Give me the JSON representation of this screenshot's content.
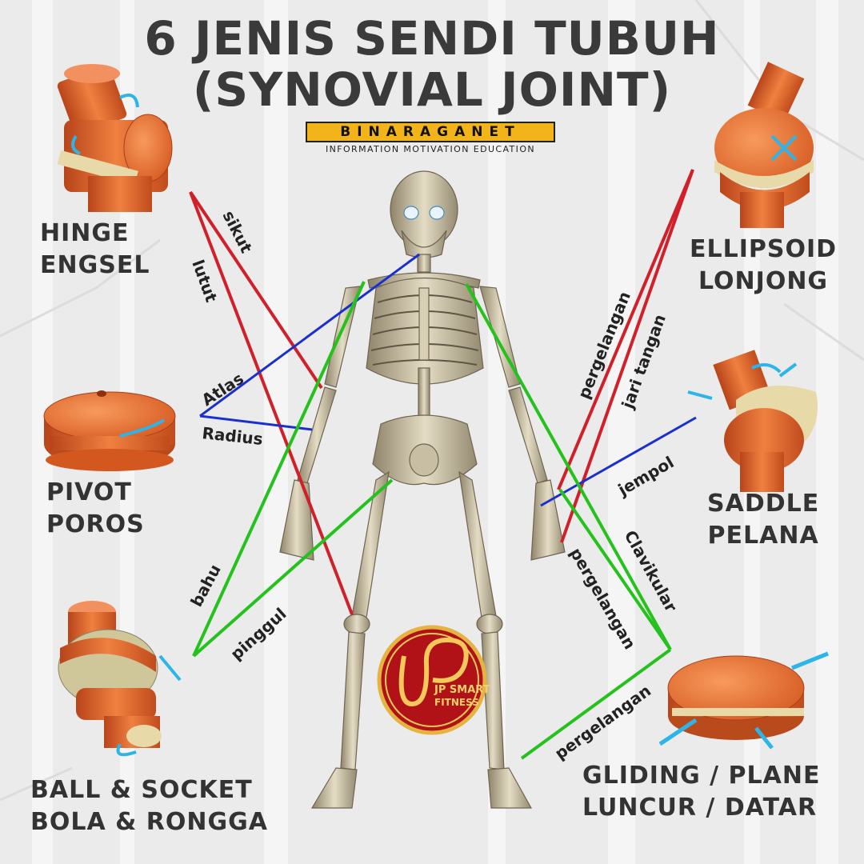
{
  "title": {
    "line1": "6 JENIS SENDI TUBUH",
    "line2": "(SYNOVIAL JOINT)"
  },
  "brand": {
    "name": "BINARAGANET",
    "tagline": "INFORMATION  MOTIVATION  EDUCATION"
  },
  "logo": {
    "line1": "JP SMART",
    "line2": "FITNESS"
  },
  "joints": {
    "hinge": {
      "en": "HINGE",
      "id": "ENGSEL"
    },
    "pivot": {
      "en": "PIVOT",
      "id": "POROS"
    },
    "ball": {
      "en": "BALL & SOCKET",
      "id": "BOLA & RONGGA"
    },
    "ellipsoid": {
      "en": "ELLIPSOID",
      "id": "LONJONG"
    },
    "saddle": {
      "en": "SADDLE",
      "id": "PELANA"
    },
    "gliding": {
      "en": "GLIDING / PLANE",
      "id": "LUNCUR / DATAR"
    }
  },
  "line_labels": {
    "sikut": "sikut",
    "lutut": "lutut",
    "atlas": "Atlas",
    "radius": "Radius",
    "bahu": "bahu",
    "pinggul": "pinggul",
    "pergelangan_wrist": "pergelangan",
    "jari_tangan": "jari tangan",
    "jempol": "jempol",
    "clavikular": "Clavikular",
    "pergelangan_hand": "pergelangan",
    "pergelangan_foot": "pergelangan"
  },
  "colors": {
    "red": "#d0202a",
    "blue": "#1a2fcf",
    "green": "#25c21e",
    "joint_orange": "#e0662a",
    "title": "#3a3a3a"
  }
}
